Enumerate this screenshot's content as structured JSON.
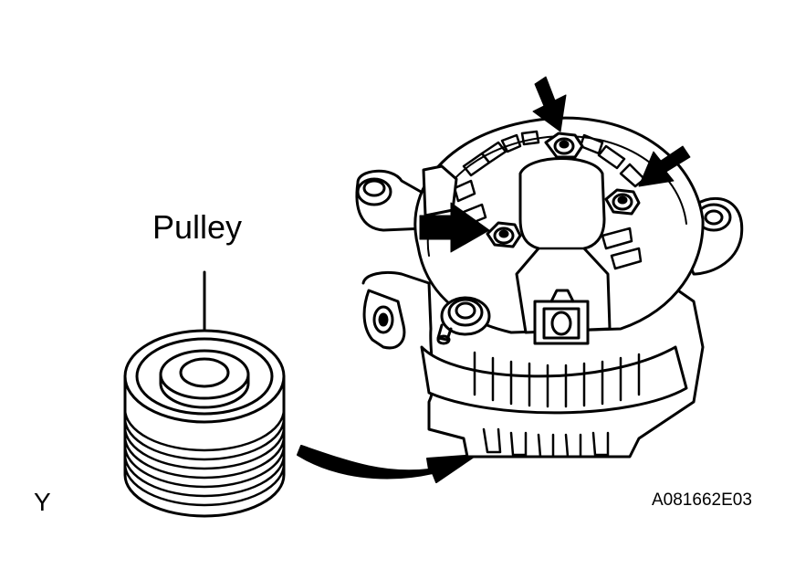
{
  "labels": {
    "pulley": "Pulley",
    "corner_mark": "Y",
    "figure_code": "A081662E03"
  },
  "colors": {
    "line": "#000000",
    "background": "#ffffff"
  }
}
